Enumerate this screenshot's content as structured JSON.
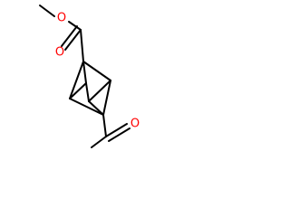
{
  "molecule": {
    "atom_labels": {
      "ester_ether_oxygen": "O",
      "ester_carbonyl_oxygen": "O",
      "ketone_carbonyl_oxygen": "O"
    },
    "colors": {
      "bond": "#000000",
      "oxygen": "#ff0000",
      "background": "#ffffff"
    }
  }
}
